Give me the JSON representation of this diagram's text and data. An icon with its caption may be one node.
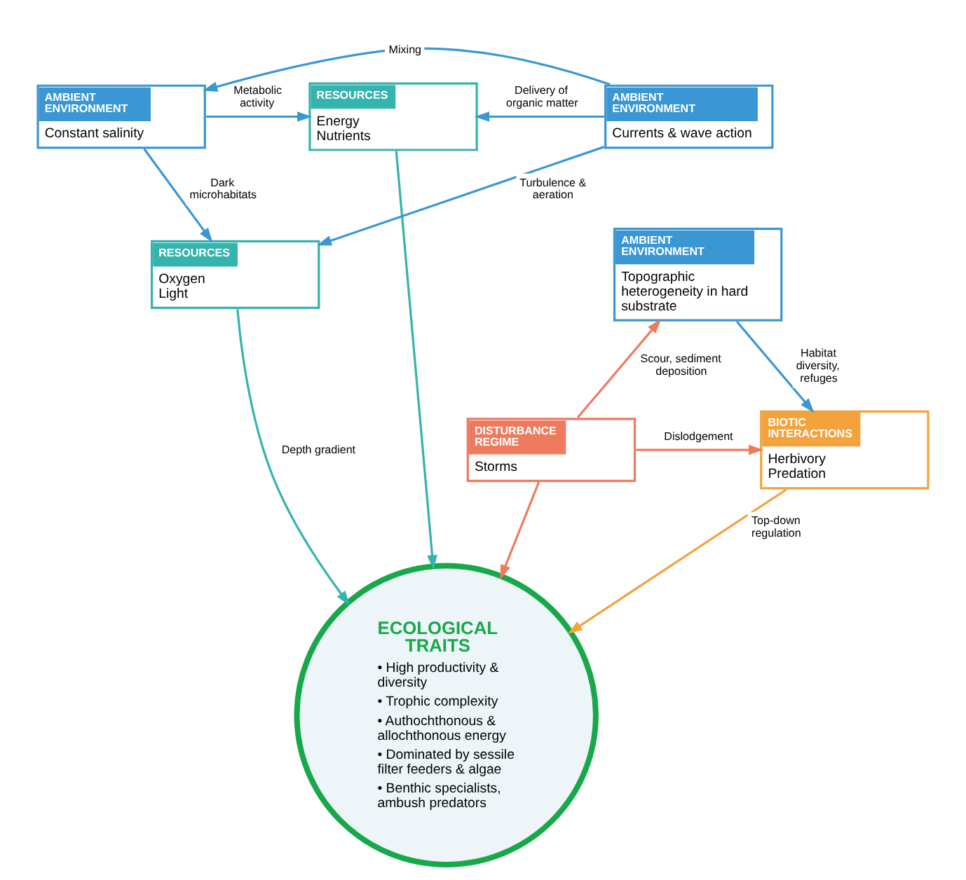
{
  "diagram": {
    "nodes": [
      {
        "text": [
          "AMBIENT ENVIRONMENT",
          "Constant salinity"
        ]
      },
      {
        "text": [
          "RESOURCES",
          "Energy",
          "Nutrients"
        ]
      },
      {
        "text": [
          "AMBIENT ENVIRONMENT",
          "Currents & wave action"
        ]
      },
      {
        "text": [
          "AMBIENT ENVIRONMENT",
          "Topographic heterogeneity in hard substrate"
        ]
      },
      {
        "text": [
          "RESOURCES",
          "Oxygen",
          "Light"
        ]
      },
      {
        "text": [
          "ECOLOGICAL TRAITS",
          "• High productivity & diversity",
          "• Trophic complexity",
          "• Authochthonous & allochthonous energy",
          "• Dominated by sessile filter feeders & algae",
          "• Benthic specialists, ambush predators"
        ]
      },
      {
        "text": [
          "DISTURBANCE REGIME",
          "Storms"
        ]
      },
      {
        "text": [
          "BIOTIC INTERACTIONS",
          "Herbivory",
          "Predation"
        ]
      }
    ],
    "edges": [
      {
        "from": 0,
        "to": 4,
        "arrow": "to",
        "label": "Dark microhabitats"
      },
      {
        "from": 2,
        "to": 0,
        "arrow": "to",
        "label": "Mixing"
      },
      {
        "from": 0,
        "to": 1,
        "arrow": "to",
        "label": "Metabolic activity"
      },
      {
        "from": 2,
        "to": 1,
        "arrow": "to",
        "label": "Delivery of organic matter"
      },
      {
        "from": 1,
        "to": 5,
        "arrow": "to",
        "color": "#35b3ad"
      },
      {
        "from": 2,
        "to": 4,
        "arrow": "to",
        "label": "Turbulence & aeration"
      },
      {
        "from": 4,
        "to": 5,
        "arrow": "to",
        "label": "Depth gradient",
        "color": "#35b3ad"
      },
      {
        "from": 3,
        "to": 7,
        "arrow": "to",
        "label": "Habitat diversity, refuges"
      },
      {
        "from": 7,
        "to": 5,
        "arrow": "to",
        "label": "Top-down regulation",
        "color": "#f4a23c"
      },
      {
        "from": 6,
        "to": 5,
        "arrow": "to",
        "color": "#ef7b5e"
      },
      {
        "from": 6,
        "to": 7,
        "arrow": "to",
        "label": "Dislodgement",
        "color": "#ef7b5e"
      },
      {
        "from": 6,
        "to": 3,
        "arrow": "to",
        "label": "Scour, sediment deposition",
        "color": "#ef7b5e"
      }
    ]
  }
}
